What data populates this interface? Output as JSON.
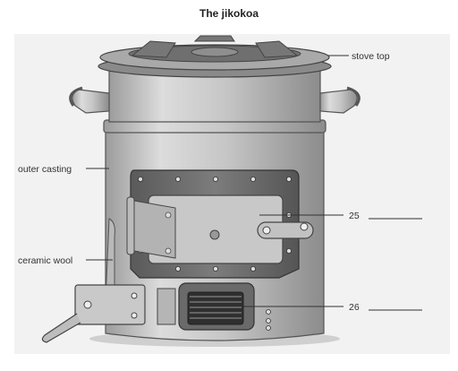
{
  "title": "The jikokoa",
  "labels": {
    "stove_top": "stove top",
    "outer_casting": "outer casting",
    "ceramic_wool": "ceramic wool",
    "q25": "25",
    "q26": "26"
  }
}
